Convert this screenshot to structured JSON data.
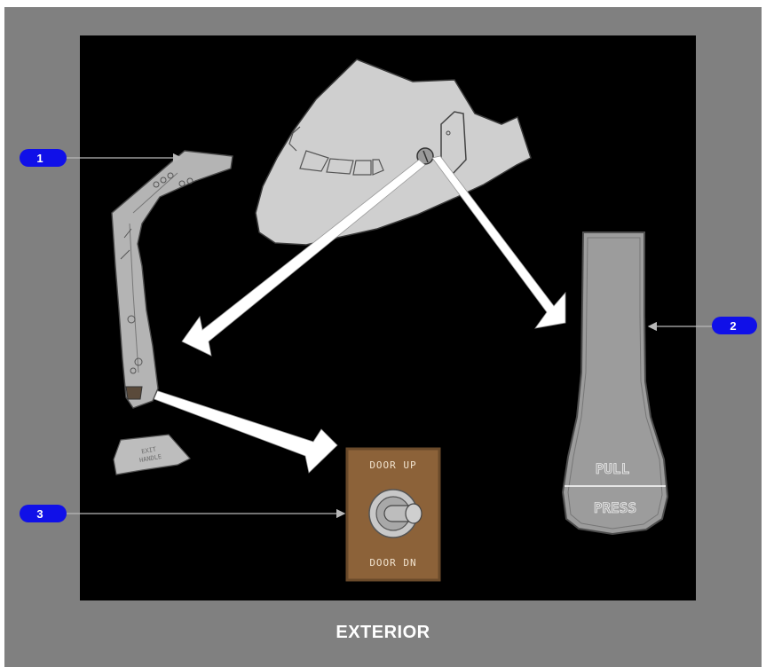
{
  "caption": "EXTERIOR",
  "callouts": [
    {
      "number": "1",
      "target": "exit handle"
    },
    {
      "number": "2",
      "target": "pull/press grip"
    },
    {
      "number": "3",
      "target": "door toggle switch"
    }
  ],
  "handle_grip": {
    "top_text": "PULL",
    "bottom_text": "PRESS"
  },
  "exit_label": {
    "line1": "EXIT",
    "line2": "HANDLE"
  },
  "toggle_plate": {
    "top_text": "DOOR UP",
    "bottom_text": "DOOR DN"
  },
  "colors": {
    "frame": "#808080",
    "panel": "#000000",
    "callout_badge": "#1010e8",
    "fuselage": "#c8c8c8",
    "plate": "#8c6239"
  }
}
